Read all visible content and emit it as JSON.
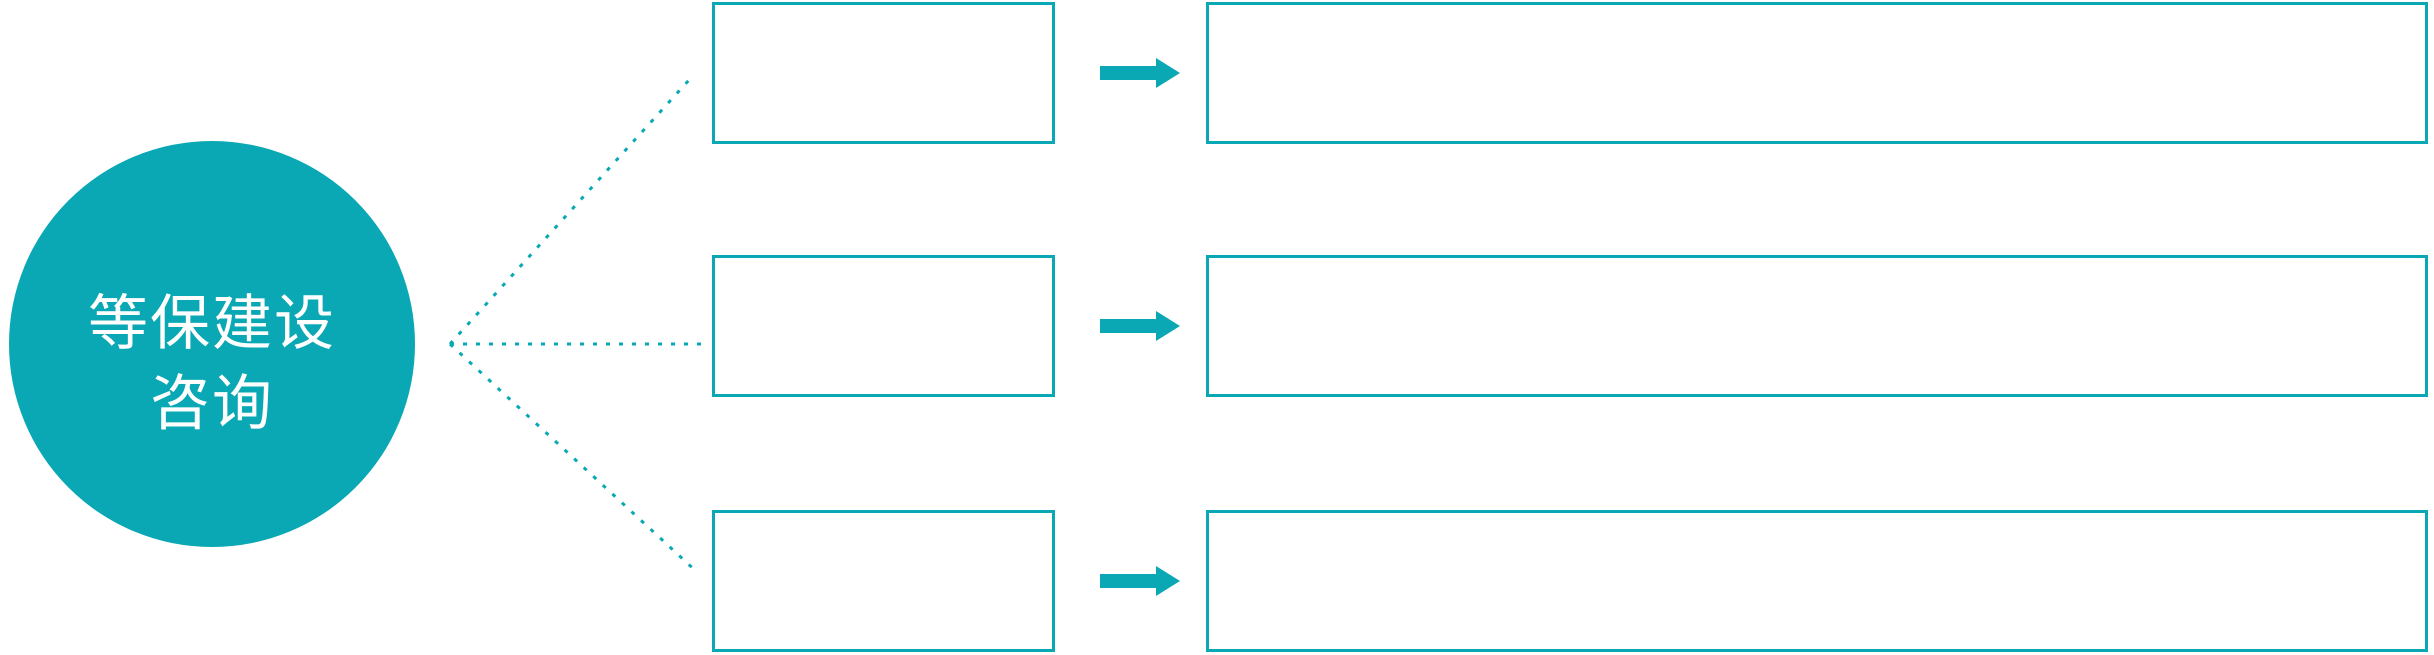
{
  "colors": {
    "accent": "#0AA8B4",
    "box_fill": "#FFFFFF",
    "hub_text": "#FFFFFF"
  },
  "hub": {
    "label_line1": "等保建设",
    "label_line2": "咨询"
  },
  "rows": [
    {
      "step_label": "",
      "detail_label": ""
    },
    {
      "step_label": "",
      "detail_label": ""
    },
    {
      "step_label": "",
      "detail_label": ""
    }
  ],
  "icons": {
    "arrow": "right-arrow-icon",
    "connector": "dotted-connector-line"
  }
}
